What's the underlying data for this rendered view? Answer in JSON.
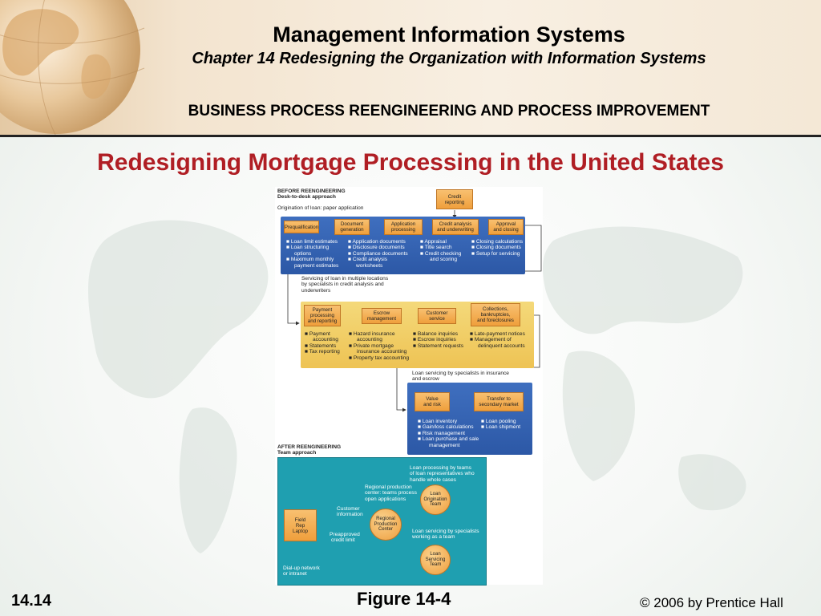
{
  "header": {
    "book_title": "Management Information Systems",
    "chapter_title": "Chapter 14 Redesigning the Organization with Information Systems",
    "section_title": "BUSINESS PROCESS REENGINEERING AND PROCESS IMPROVEMENT"
  },
  "slide_title": "Redesigning Mortgage Processing in the United States",
  "figure": {
    "before_title": "BEFORE REENGINEERING",
    "before_subtitle": "Desk-to-desk approach",
    "origination_label": "Origination of loan: paper application",
    "credit_reporting": "Credit\nreporting",
    "stage1_steps": [
      "Prequalification",
      "Document\ngeneration",
      "Application\nprocessing",
      "Credit analysis\nand underwriting",
      "Approval\nand closing"
    ],
    "stage1_bullets": [
      [
        "Loan limit estimates",
        "Loan structuring",
        "options",
        "Maximum monthly",
        "payment estimates"
      ],
      [
        "Application documents",
        "Disclosure documents",
        "Compliance documents",
        "Credit analysis",
        "worksheets"
      ],
      [
        "Appraisal",
        "Title search",
        "Credit checking",
        "and scoring"
      ],
      [
        "Closing calculations",
        "Closing documents",
        "Setup for servicing"
      ]
    ],
    "servicing_label": [
      "Servicing of loan in multiple locations",
      "by specialists in credit analysis and",
      "underwriters"
    ],
    "stage2_steps": [
      "Payment\nprocessing\nand reporting",
      "Escrow\nmanagement",
      "Customer\nservice",
      "Collections,\nbankruptcies,\nand foreclosures"
    ],
    "stage2_bullets": [
      [
        "Payment",
        "accounting",
        "Statements",
        "Tax reporting"
      ],
      [
        "Hazard insurance",
        "accounting",
        "Private mortgage",
        "insurance accounting",
        "Property tax accounting"
      ],
      [
        "Balance inquiries",
        "Escrow inquiries",
        "Statement requests"
      ],
      [
        "Late-payment notices",
        "Management of",
        "delinquent accounts"
      ]
    ],
    "loan_servicing_label": [
      "Loan servicing by specialists in insurance",
      "and escrow"
    ],
    "stage3_steps": [
      "Value\nand risk",
      "Transfer to\nsecondary market"
    ],
    "stage3_bullets": [
      [
        "Loan inventory",
        "Gain/loss calculations",
        "Risk management",
        "Loan purchase and sale",
        "management"
      ],
      [
        "Loan pooling",
        "Loan shipment"
      ]
    ],
    "after_title": "AFTER REENGINEERING",
    "after_subtitle": "Team approach",
    "team_labels": {
      "loan_processing": [
        "Loan processing by teams",
        "of loan representatives who",
        "handle whole cases"
      ],
      "regional_center": [
        "Regional production",
        "center: teams process",
        "open applications"
      ],
      "customer_information": [
        "Customer",
        "information"
      ],
      "preapproved": [
        "Preapproved",
        "credit limit"
      ],
      "loan_servicing": [
        "Loan servicing by specialists",
        "working as a team"
      ],
      "dialup": [
        "Dial-up network",
        "or intranet"
      ]
    },
    "field_rep": "Field\nRep\nLaptop",
    "regional_node": "Regional\nProduction\nCenter",
    "origination_team": "Loan\nOrigination\nTeam",
    "servicing_team": "Loan\nServicing\nTeam"
  },
  "footer": {
    "slide_number": "14.14",
    "figure_label": "Figure 14-4",
    "copyright": "© 2006 by Prentice Hall"
  },
  "colors": {
    "title_red": "#b01e24",
    "process_blue": "#2c58a6",
    "process_yellow": "#eec354",
    "team_teal": "#1f9fb0",
    "box_orange": "#ef9f3c"
  }
}
